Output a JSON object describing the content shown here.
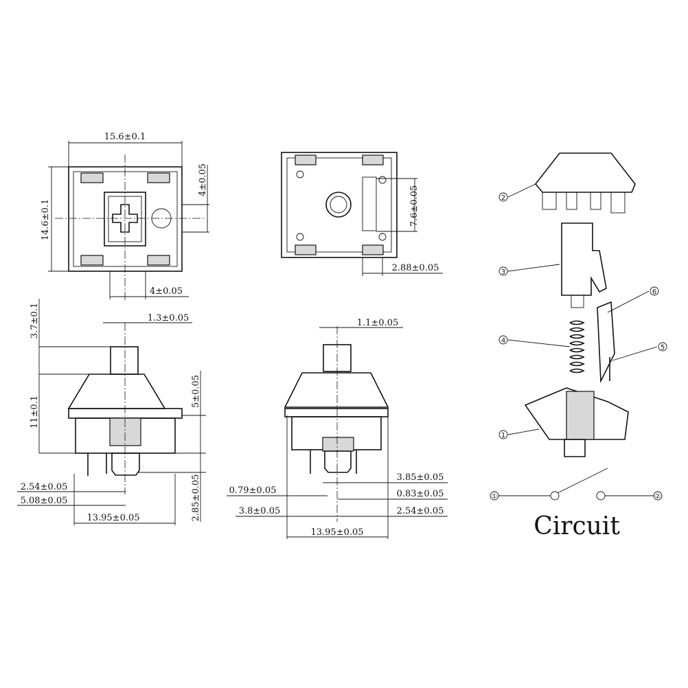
{
  "top_view": {
    "width": "15.6±0.1",
    "height": "14.6±0.1",
    "offset_v": "4±0.05",
    "offset_h": "4±0.05"
  },
  "bottom_view": {
    "height": "7.6±0.05",
    "offset": "2.88±0.05"
  },
  "side_view": {
    "stem_height": "3.7±0.1",
    "body_height": "11±0.1",
    "stem_width": "1.3±0.05",
    "upper": "5±0.05",
    "pin_length": "2.85±0.05",
    "pin1": "2.54±0.05",
    "pin2": "5.08±0.05",
    "width": "13.95±0.05"
  },
  "front_view": {
    "stem_width": "1.1±0.05",
    "d1": "3.85±0.05",
    "d2": "0.79±0.05",
    "d3": "0.83±0.05",
    "d4": "3.8±0.05",
    "d5": "2.54±0.05",
    "width": "13.95±0.05"
  },
  "exploded": {
    "labels": [
      "①",
      "②",
      "③",
      "④",
      "⑤",
      "⑥"
    ]
  },
  "circuit": {
    "title": "Circuit",
    "node_a": "①",
    "node_b": "②"
  }
}
